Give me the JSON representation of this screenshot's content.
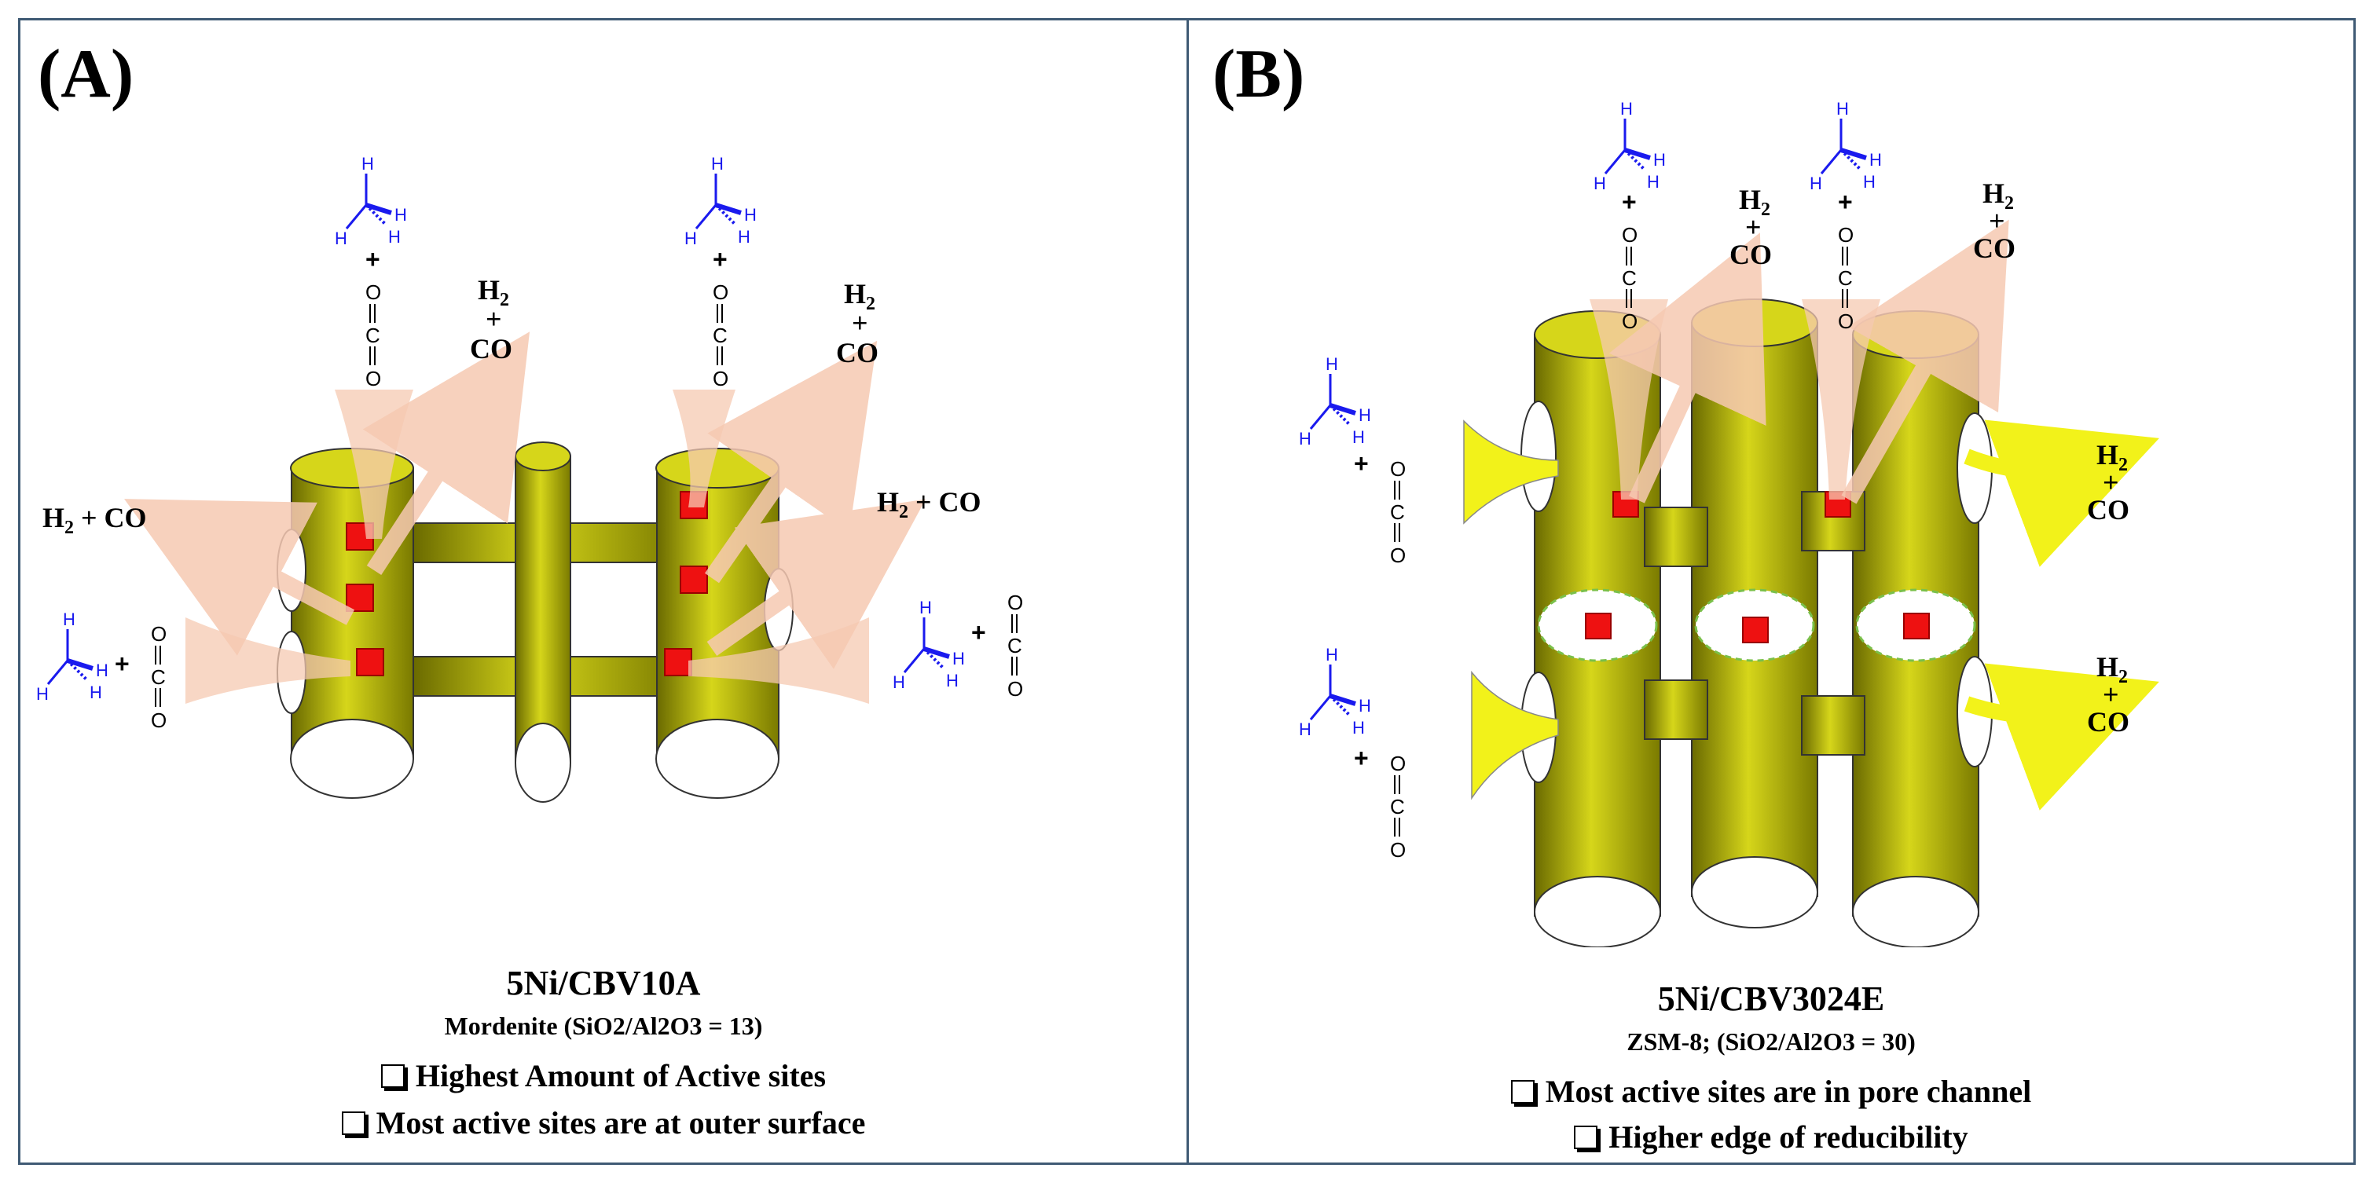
{
  "panels": [
    {
      "label": "(A)",
      "catalyst": "5Ni/CBV10A",
      "support": "Mordenite (SiO2/Al2O3 = 13)",
      "bullets": [
        "Highest Amount of Active sites",
        "Most active sites are at outer surface"
      ],
      "products": [
        "H2 + CO",
        "H2 + CO",
        "H2 + CO",
        "H2 + CO"
      ],
      "reactants": [
        "CH4 + CO2",
        "CH4 + CO2",
        "CH4 + CO2",
        "CH4 + CO2"
      ]
    },
    {
      "label": "(B)",
      "catalyst": "5Ni/CBV3024E",
      "support": "ZSM-8; (SiO2/Al2O3 = 30)",
      "bullets": [
        "Most active sites are in pore channel",
        "Higher edge of reducibility"
      ],
      "products": [
        "H2 + CO",
        "H2 + CO",
        "H2 + CO",
        "H2 + CO"
      ],
      "reactants": [
        "CH4 + CO2",
        "CH4 + CO2",
        "CH4 + CO2",
        "CH4 + CO2"
      ]
    }
  ],
  "colors": {
    "zeolite_fill": "#c8c810",
    "zeolite_dark": "#6a6a00",
    "active_site": "#ee1111",
    "methane": "#1a1aee",
    "arrow_in": "#f6c9b2",
    "arrow_yellow": "#f2f21a",
    "border": "#3f5a74"
  }
}
